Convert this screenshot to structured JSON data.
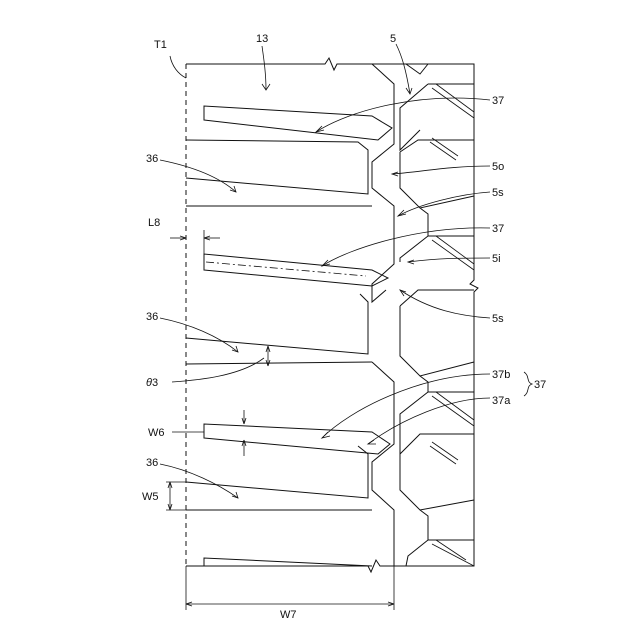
{
  "labels": {
    "t1": "T1",
    "n13": "13",
    "n5": "5",
    "n37_top": "37",
    "n36_a": "36",
    "n5o": "5o",
    "n5s_a": "5s",
    "l8": "L8",
    "n37_mid": "37",
    "n5i": "5i",
    "n36_b": "36",
    "n5s_b": "5s",
    "theta3_prefix": "θ",
    "theta3_num": "3",
    "n37b": "37b",
    "n37_brace": "37",
    "n37a": "37a",
    "w6": "W6",
    "n36_c": "36",
    "w5": "W5",
    "w7": "W7"
  }
}
